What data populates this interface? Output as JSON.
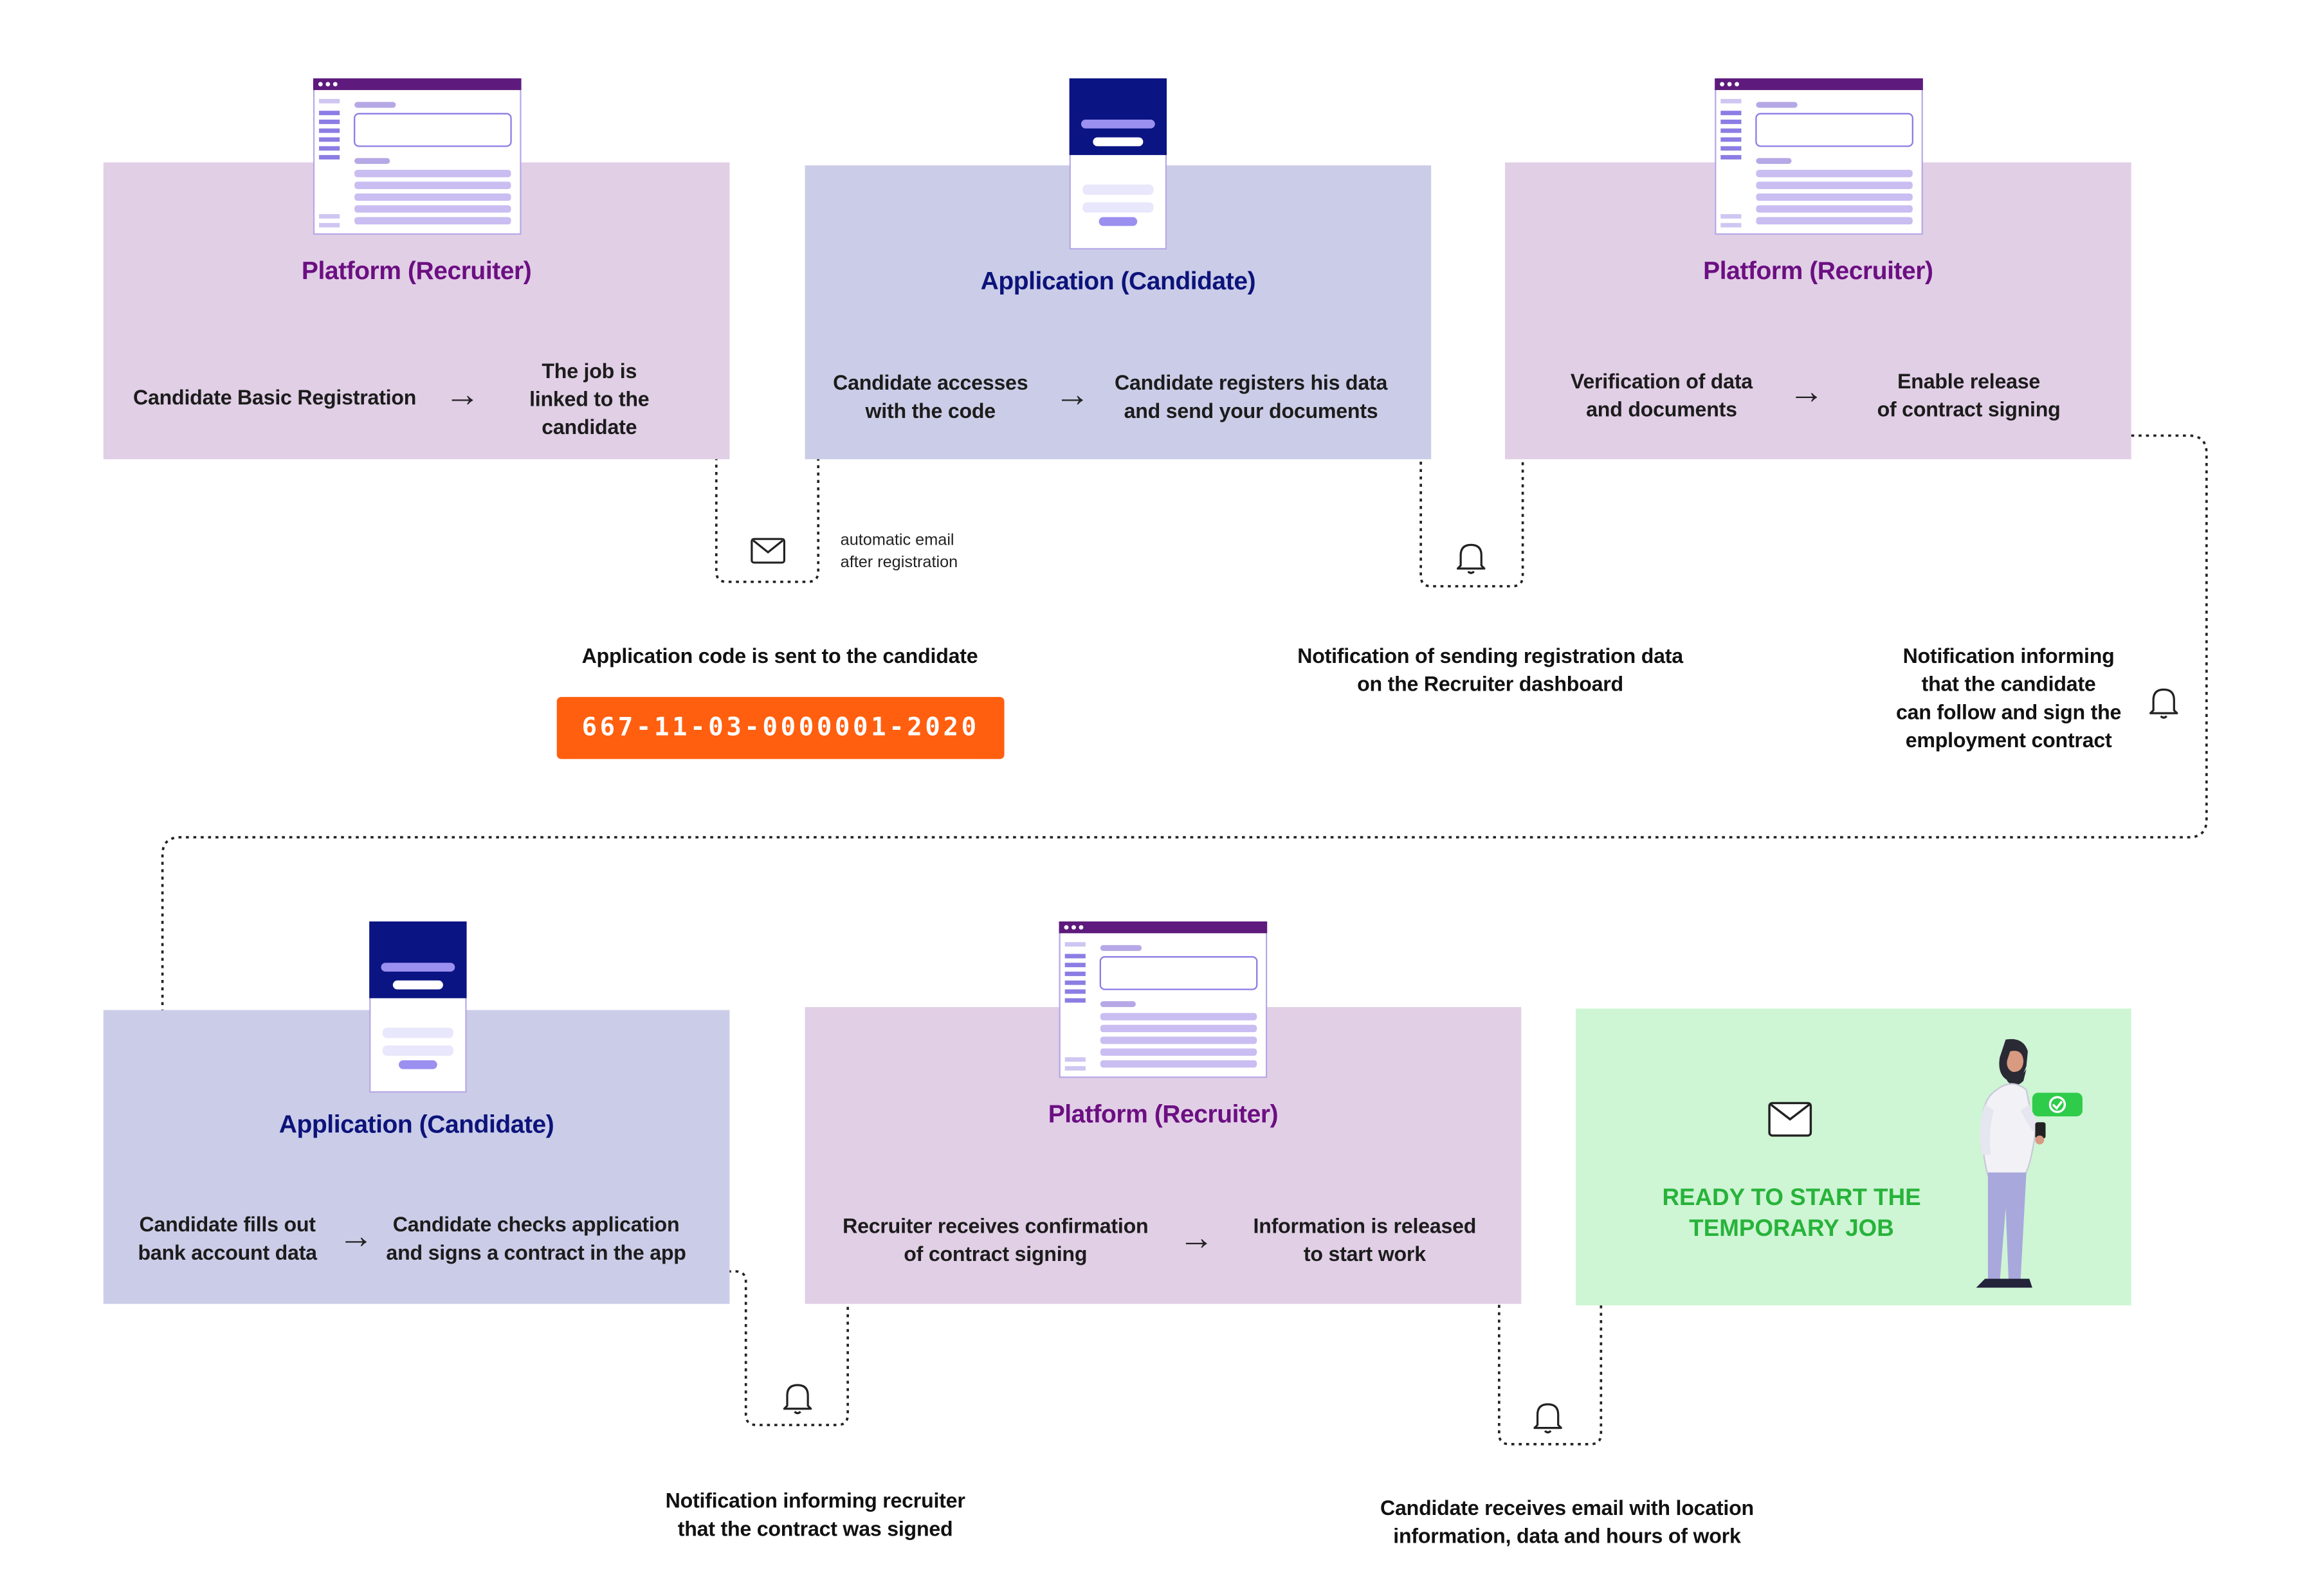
{
  "stages": {
    "s1": {
      "title": "Platform (Recruiter)",
      "step_a": "Candidate Basic Registration",
      "step_b": [
        "The job is",
        "linked to the",
        "candidate"
      ]
    },
    "s2": {
      "title": "Application (Candidate)",
      "step_a": [
        "Candidate accesses",
        "with the code"
      ],
      "step_b": [
        "Candidate registers his data",
        "and send your documents"
      ]
    },
    "s3": {
      "title": "Platform (Recruiter)",
      "step_a": [
        "Verification of data",
        "and documents"
      ],
      "step_b": [
        "Enable release",
        "of contract signing"
      ]
    },
    "s4": {
      "title": "Application (Candidate)",
      "step_a": [
        "Candidate fills out",
        "bank account data"
      ],
      "step_b": [
        "Candidate checks application",
        "and signs a contract in the app"
      ]
    },
    "s5": {
      "title": "Platform (Recruiter)",
      "step_a": [
        "Recruiter receives confirmation",
        "of contract signing"
      ],
      "step_b": [
        "Information is released",
        "to start work"
      ]
    },
    "s6": {
      "ready": [
        "READY TO START THE",
        "TEMPORARY JOB"
      ]
    }
  },
  "connectors": {
    "email_note": [
      "automatic email",
      "after registration"
    ],
    "code_sent": "Application code is sent to the candidate",
    "application_code": "667-11-03-0000001-2020",
    "notif_registration": [
      "Notification of sending registration data",
      "on the Recruiter dashboard"
    ],
    "notif_contract": [
      "Notification informing",
      "that the candidate",
      "can follow and sign the",
      "employment contract"
    ],
    "notif_signed": [
      "Notification informing recruiter",
      "that the contract was signed"
    ],
    "email_location": [
      "Candidate receives email with location",
      "information, data and hours of work"
    ]
  },
  "icons": [
    "envelope-icon",
    "bell-icon",
    "browser-window-icon",
    "mobile-app-icon",
    "person-with-phone-illustration"
  ],
  "colors": {
    "recruiter_card": "#e1cfe6",
    "candidate_card": "#cbcde8",
    "ready_card": "#cef5d4",
    "recruiter_title": "#6c0f82",
    "candidate_title": "#0c137a",
    "code_badge": "#ff5f0f",
    "ready_text": "#27b33a"
  }
}
